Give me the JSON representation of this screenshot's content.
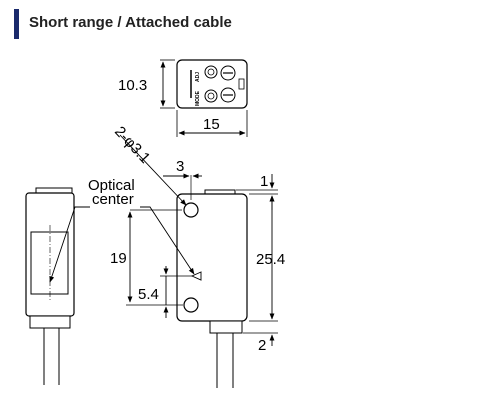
{
  "header": {
    "title": "Short range / Attached cable"
  },
  "diagram": {
    "dims": {
      "depth": "10.3",
      "width": "15",
      "hole_diameter": "2-φ3.1",
      "hole_offset": "3",
      "top_gap": "1",
      "height": "25.4",
      "optical_height": "19",
      "hole_height": "5.4",
      "bottom_gap": "2"
    },
    "labels": {
      "optical_line1": "Optical",
      "optical_line2": "center"
    },
    "knob_labels": {
      "top": "ADJ",
      "bottom": "MODE"
    }
  }
}
